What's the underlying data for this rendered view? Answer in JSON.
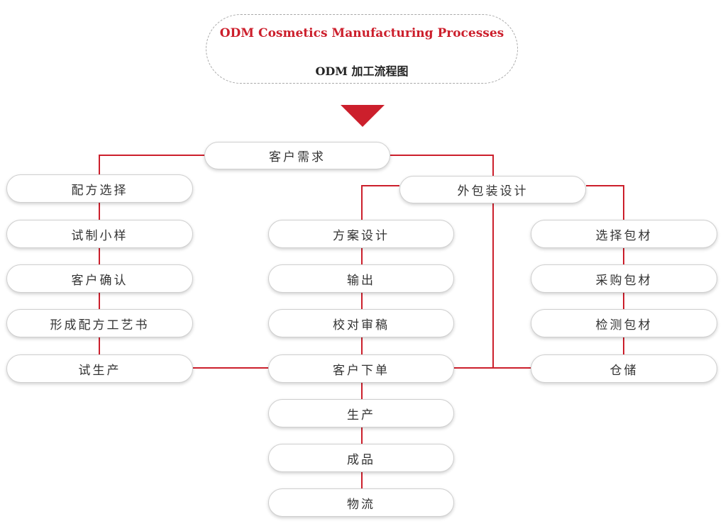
{
  "title": {
    "en": "ODM Cosmetics Manufacturing Processes",
    "zh": "ODM 加工流程图"
  },
  "colors": {
    "accent": "#cc1f2c",
    "line": "#cc1f2c",
    "node_border": "#cfcfcf",
    "text": "#333333"
  },
  "nodes": {
    "customer_demand": "客户需求",
    "formula_selection": "配方选择",
    "trial_sample": "试制小样",
    "customer_confirm": "客户确认",
    "formula_process_book": "形成配方工艺书",
    "trial_production": "试生产",
    "packaging_design": "外包装设计",
    "design_plan": "方案设计",
    "output": "输出",
    "proof_review": "校对审稿",
    "customer_order": "客户下单",
    "production": "生产",
    "finished_product": "成品",
    "logistics": "物流",
    "select_packaging": "选择包材",
    "purchase_packaging": "采购包材",
    "inspect_packaging": "检测包材",
    "storage": "仓储"
  }
}
